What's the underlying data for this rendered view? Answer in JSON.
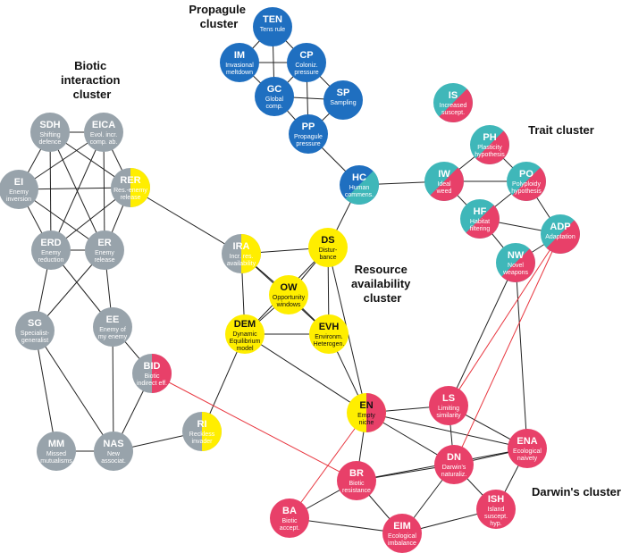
{
  "colors": {
    "blue": "#1f6fc0",
    "teal": "#3fb7b9",
    "gray": "#98a3ab",
    "yellow": "#ffee00",
    "red": "#e84069"
  },
  "clusters": [
    {
      "id": "propagule",
      "lines": [
        "Propagule",
        "cluster"
      ]
    },
    {
      "id": "biotic",
      "lines": [
        "Biotic",
        "interaction",
        "cluster"
      ]
    },
    {
      "id": "trait",
      "lines": [
        "Trait cluster"
      ]
    },
    {
      "id": "resource",
      "lines": [
        "Resource",
        "availability",
        "cluster"
      ]
    },
    {
      "id": "darwin",
      "lines": [
        "Darwin's cluster"
      ]
    }
  ],
  "nodes": [
    {
      "id": "TEN",
      "desc": [
        "Tens rule"
      ],
      "fill": [
        "blue"
      ]
    },
    {
      "id": "IM",
      "desc": [
        "Invasional",
        "meltdown"
      ],
      "fill": [
        "blue"
      ]
    },
    {
      "id": "CP",
      "desc": [
        "Coloniz.",
        "pressure"
      ],
      "fill": [
        "blue"
      ]
    },
    {
      "id": "GC",
      "desc": [
        "Global",
        "comp."
      ],
      "fill": [
        "blue"
      ]
    },
    {
      "id": "SP",
      "desc": [
        "Sampling"
      ],
      "fill": [
        "blue"
      ]
    },
    {
      "id": "PP",
      "desc": [
        "Propagule",
        "pressure"
      ],
      "fill": [
        "blue"
      ]
    },
    {
      "id": "HC",
      "desc": [
        "Human",
        "commens."
      ],
      "fill": [
        "blue",
        "teal"
      ]
    },
    {
      "id": "IS",
      "desc": [
        "Increased",
        "suscept."
      ],
      "fill": [
        "teal",
        "red"
      ]
    },
    {
      "id": "PH",
      "desc": [
        "Plasticity",
        "hypothesis"
      ],
      "fill": [
        "teal",
        "red"
      ]
    },
    {
      "id": "IW",
      "desc": [
        "Ideal",
        "weed"
      ],
      "fill": [
        "teal",
        "red"
      ]
    },
    {
      "id": "PO",
      "desc": [
        "Polyploidy",
        "hypothesis"
      ],
      "fill": [
        "teal",
        "red"
      ]
    },
    {
      "id": "HF",
      "desc": [
        "Habitat",
        "filtering"
      ],
      "fill": [
        "teal",
        "red"
      ]
    },
    {
      "id": "ADP",
      "desc": [
        "Adaptation"
      ],
      "fill": [
        "teal",
        "red"
      ]
    },
    {
      "id": "NW",
      "desc": [
        "Novel",
        "weapons"
      ],
      "fill": [
        "teal",
        "red"
      ]
    },
    {
      "id": "SDH",
      "desc": [
        "Shifting",
        "defence"
      ],
      "fill": [
        "gray"
      ]
    },
    {
      "id": "EICA",
      "desc": [
        "Evol. incr.",
        "comp. ab."
      ],
      "fill": [
        "gray"
      ]
    },
    {
      "id": "EI",
      "desc": [
        "Enemy",
        "inversion"
      ],
      "fill": [
        "gray"
      ]
    },
    {
      "id": "RER",
      "desc": [
        "Res.-enemy",
        "release"
      ],
      "fill": [
        "gray",
        "yellow"
      ]
    },
    {
      "id": "ERD",
      "desc": [
        "Enemy",
        "reduction"
      ],
      "fill": [
        "gray"
      ]
    },
    {
      "id": "ER",
      "desc": [
        "Enemy",
        "release"
      ],
      "fill": [
        "gray"
      ]
    },
    {
      "id": "SG",
      "desc": [
        "Specialist-",
        "generalist"
      ],
      "fill": [
        "gray"
      ]
    },
    {
      "id": "EE",
      "desc": [
        "Enemy of",
        "my enemy"
      ],
      "fill": [
        "gray"
      ]
    },
    {
      "id": "BID",
      "desc": [
        "Biotic",
        "indirect eff."
      ],
      "fill": [
        "gray",
        "red"
      ]
    },
    {
      "id": "MM",
      "desc": [
        "Missed",
        "mutualisms"
      ],
      "fill": [
        "gray"
      ]
    },
    {
      "id": "NAS",
      "desc": [
        "New",
        "associat."
      ],
      "fill": [
        "gray"
      ]
    },
    {
      "id": "RI",
      "desc": [
        "Reckless",
        "invader"
      ],
      "fill": [
        "gray",
        "yellow"
      ]
    },
    {
      "id": "IRA",
      "desc": [
        "Incr. res.",
        "availability"
      ],
      "fill": [
        "gray",
        "yellow"
      ]
    },
    {
      "id": "DS",
      "desc": [
        "Distur-",
        "bance"
      ],
      "fill": [
        "yellow"
      ]
    },
    {
      "id": "OW",
      "desc": [
        "Opportunity",
        "windows"
      ],
      "fill": [
        "yellow"
      ]
    },
    {
      "id": "DEM",
      "desc": [
        "Dynamic",
        "Equilibrium",
        "model"
      ],
      "fill": [
        "yellow"
      ]
    },
    {
      "id": "EVH",
      "desc": [
        "Environm.",
        "Heterogen."
      ],
      "fill": [
        "yellow"
      ]
    },
    {
      "id": "EN",
      "desc": [
        "Empty",
        "niche"
      ],
      "fill": [
        "yellow",
        "red"
      ]
    },
    {
      "id": "LS",
      "desc": [
        "Limiting",
        "similarity"
      ],
      "fill": [
        "red"
      ]
    },
    {
      "id": "DN",
      "desc": [
        "Darwin's",
        "naturaliz."
      ],
      "fill": [
        "red"
      ]
    },
    {
      "id": "ENA",
      "desc": [
        "Ecological",
        "naivety"
      ],
      "fill": [
        "red"
      ]
    },
    {
      "id": "BR",
      "desc": [
        "Biotic",
        "resistance"
      ],
      "fill": [
        "red"
      ]
    },
    {
      "id": "ISH",
      "desc": [
        "Island",
        "suscept.",
        "hyp."
      ],
      "fill": [
        "red"
      ]
    },
    {
      "id": "BA",
      "desc": [
        "Biotic",
        "accept."
      ],
      "fill": [
        "red"
      ]
    },
    {
      "id": "EIM",
      "desc": [
        "Ecological",
        "imbalance"
      ],
      "fill": [
        "red"
      ]
    }
  ],
  "edges": [
    [
      "TEN",
      "IM"
    ],
    [
      "TEN",
      "CP"
    ],
    [
      "TEN",
      "GC"
    ],
    [
      "IM",
      "CP"
    ],
    [
      "IM",
      "GC"
    ],
    [
      "CP",
      "GC"
    ],
    [
      "CP",
      "SP"
    ],
    [
      "CP",
      "PP"
    ],
    [
      "GC",
      "SP"
    ],
    [
      "GC",
      "PP"
    ],
    [
      "SP",
      "PP"
    ],
    [
      "PP",
      "HC"
    ],
    [
      "HC",
      "DS"
    ],
    [
      "HC",
      "IW"
    ],
    [
      "PH",
      "IW"
    ],
    [
      "PH",
      "PO"
    ],
    [
      "IW",
      "PO"
    ],
    [
      "IW",
      "HF"
    ],
    [
      "PO",
      "HF"
    ],
    [
      "PO",
      "ADP"
    ],
    [
      "HF",
      "ADP"
    ],
    [
      "HF",
      "NW"
    ],
    [
      "ADP",
      "NW"
    ],
    [
      "SDH",
      "EICA"
    ],
    [
      "SDH",
      "EI"
    ],
    [
      "SDH",
      "ERD"
    ],
    [
      "SDH",
      "ER"
    ],
    [
      "SDH",
      "RER"
    ],
    [
      "EICA",
      "EI"
    ],
    [
      "EICA",
      "ERD"
    ],
    [
      "EICA",
      "ER"
    ],
    [
      "EICA",
      "RER"
    ],
    [
      "EI",
      "RER"
    ],
    [
      "EI",
      "ERD"
    ],
    [
      "EI",
      "ER"
    ],
    [
      "RER",
      "ERD"
    ],
    [
      "RER",
      "ER"
    ],
    [
      "ERD",
      "ER"
    ],
    [
      "ERD",
      "SG"
    ],
    [
      "ERD",
      "EE"
    ],
    [
      "ER",
      "SG"
    ],
    [
      "ER",
      "EE"
    ],
    [
      "SG",
      "MM"
    ],
    [
      "SG",
      "NAS"
    ],
    [
      "EE",
      "NAS"
    ],
    [
      "EE",
      "BID"
    ],
    [
      "BID",
      "NAS"
    ],
    [
      "NAS",
      "MM"
    ],
    [
      "NAS",
      "RI"
    ],
    [
      "RER",
      "IRA"
    ],
    [
      "IRA",
      "DS"
    ],
    [
      "IRA",
      "OW"
    ],
    [
      "IRA",
      "DEM"
    ],
    [
      "IRA",
      "EVH"
    ],
    [
      "DS",
      "OW"
    ],
    [
      "DS",
      "DEM"
    ],
    [
      "DS",
      "EVH"
    ],
    [
      "DS",
      "EN"
    ],
    [
      "OW",
      "DEM"
    ],
    [
      "OW",
      "EVH"
    ],
    [
      "DEM",
      "EVH"
    ],
    [
      "DEM",
      "RI"
    ],
    [
      "DEM",
      "EN"
    ],
    [
      "EVH",
      "EN"
    ],
    [
      "EN",
      "LS"
    ],
    [
      "EN",
      "DN"
    ],
    [
      "EN",
      "ENA"
    ],
    [
      "EN",
      "BR"
    ],
    [
      "LS",
      "NW"
    ],
    [
      "LS",
      "DN"
    ],
    [
      "LS",
      "ENA"
    ],
    [
      "DN",
      "ENA"
    ],
    [
      "DN",
      "BR"
    ],
    [
      "DN",
      "EIM"
    ],
    [
      "DN",
      "ISH"
    ],
    [
      "ENA",
      "NW"
    ],
    [
      "ENA",
      "BR"
    ],
    [
      "ENA",
      "ISH"
    ],
    [
      "BR",
      "EIM"
    ],
    [
      "BR",
      "BA"
    ],
    [
      "EIM",
      "ISH"
    ],
    [
      "BA",
      "EIM"
    ]
  ],
  "red_edges": [
    [
      "BID",
      "BR"
    ],
    [
      "ADP",
      "DN"
    ],
    [
      "ADP",
      "LS"
    ],
    [
      "EN",
      "BA"
    ]
  ]
}
